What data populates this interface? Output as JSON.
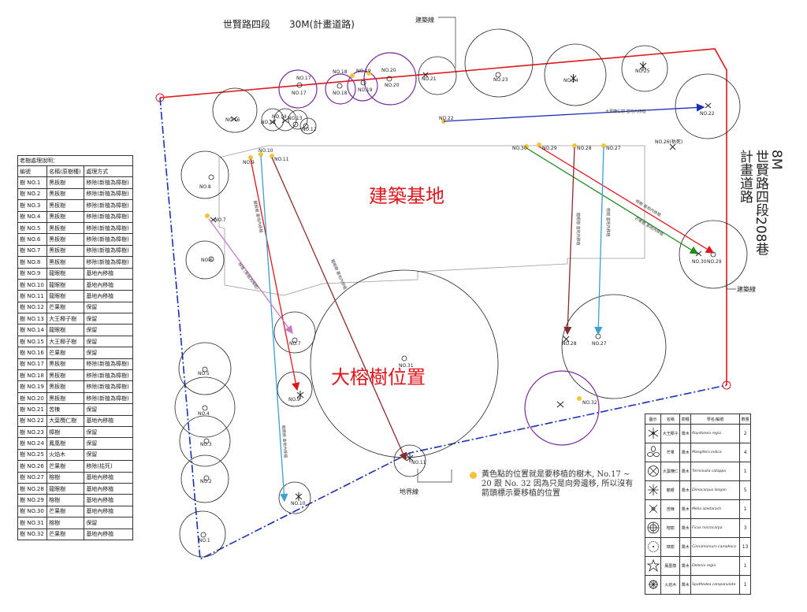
{
  "road_top": "世賢路四段　　30M(計畫道路)",
  "road_right": [
    "計畫道路",
    "世賢路四段208巷",
    "8M"
  ],
  "building_site": "建築基地",
  "banyan_position": "大榕樹位置",
  "build_line_top": "建築線",
  "build_line_right": "建築線",
  "boundary_line": "地界線",
  "note": "黃色點的位置就是要移植的樹木, No.17 ~ 20 跟 No. 32 因為只是向旁邊移, 所以沒有箭頭標示要移植的位置",
  "colors": {
    "accent_red": "#e0161b",
    "boundary_blue": "#1a2fb8",
    "circle_purple": "#7a2c9c",
    "dot_yellow": "#f2c43c"
  },
  "legend_table": {
    "title": "老樹處理說明：",
    "headers": [
      "編號",
      "名稱(原樹種)",
      "處理方式"
    ],
    "rows": [
      [
        "樹 NO.1",
        "黑板樹",
        "移除(新植為樟樹)"
      ],
      [
        "樹 NO.2",
        "黑板樹",
        "移除(新植為樟樹)"
      ],
      [
        "樹 NO.3",
        "黑板樹",
        "移除(新植為樟樹)"
      ],
      [
        "樹 NO.4",
        "黑板樹",
        "移除(新植為樟樹)"
      ],
      [
        "樹 NO.5",
        "黑板樹",
        "移除(新植為樟樹)"
      ],
      [
        "樹 NO.6",
        "黑板樹",
        "移除(新植為樟樹)"
      ],
      [
        "樹 NO.7",
        "黑板樹",
        "移除(新植為樟樹)"
      ],
      [
        "樹 NO.8",
        "黑板樹",
        "移除(新植為樟樹)"
      ],
      [
        "樹 NO.9",
        "龍眼樹",
        "基地內移植"
      ],
      [
        "樹 NO.10",
        "龍眼樹",
        "基地內移植"
      ],
      [
        "樹 NO.11",
        "龍眼樹",
        "基地內移植"
      ],
      [
        "樹 NO.12",
        "芒果樹",
        "保留"
      ],
      [
        "樹 NO.13",
        "大王椰子樹",
        "保留"
      ],
      [
        "樹 NO.14",
        "龍眼樹",
        "保留"
      ],
      [
        "樹 NO.15",
        "大王椰子樹",
        "保留"
      ],
      [
        "樹 NO.16",
        "芒果樹",
        "保留"
      ],
      [
        "樹 NO.17",
        "黑板樹",
        "移除(新植為樟樹)"
      ],
      [
        "樹 NO.18",
        "黑板樹",
        "移除(新植為樟樹)"
      ],
      [
        "樹 NO.19",
        "黑板樹",
        "移除(新植為樟樹)"
      ],
      [
        "樹 NO.20",
        "黑板樹",
        "移除(新植為樟樹)"
      ],
      [
        "樹 NO.21",
        "苦楝",
        "保留"
      ],
      [
        "樹 NO.22",
        "大葉欖仁樹",
        "基地內移植"
      ],
      [
        "樹 NO.23",
        "樟樹",
        "保留"
      ],
      [
        "樹 NO.24",
        "鳳凰樹",
        "保留"
      ],
      [
        "樹 NO.25",
        "火焰木",
        "保留"
      ],
      [
        "樹 NO.26",
        "芒果樹",
        "移除(枯死)"
      ],
      [
        "樹 NO.27",
        "榕樹",
        "基地內移植"
      ],
      [
        "樹 NO.28",
        "龍眼樹",
        "基地內移植"
      ],
      [
        "樹 NO.29",
        "榕樹",
        "基地內移植"
      ],
      [
        "樹 NO.30",
        "芒果樹",
        "基地內移植"
      ],
      [
        "樹 NO.31",
        "榕樹",
        "保留"
      ],
      [
        "樹 NO.32",
        "芒果樹",
        "基地內移植"
      ]
    ]
  },
  "species_table": {
    "headers": [
      "圖示",
      "名稱",
      "樹種",
      "學名/編號",
      "數量"
    ],
    "rows": [
      {
        "icon": "palm-icon",
        "name": "大王椰子",
        "type": "喬木",
        "sci": "Roystonea regia",
        "qty": "2"
      },
      {
        "icon": "mango-icon",
        "name": "芒果",
        "type": "喬木",
        "sci": "Mangifera indica",
        "qty": "4"
      },
      {
        "icon": "almond-icon",
        "name": "大葉欖仁",
        "type": "喬木",
        "sci": "Terminalia catappa",
        "qty": "1"
      },
      {
        "icon": "longan-icon",
        "name": "龍眼",
        "type": "喬木",
        "sci": "Dimocarpus longan",
        "qty": "5"
      },
      {
        "icon": "chinaberry-icon",
        "name": "苦楝",
        "type": "喬木",
        "sci": "Melia azedarach",
        "qty": "1"
      },
      {
        "icon": "banyan-icon",
        "name": "榕樹",
        "type": "喬木",
        "sci": "Ficus microcarpa",
        "qty": "3"
      },
      {
        "icon": "camphor-icon",
        "name": "樟樹",
        "type": "喬木",
        "sci": "Cinnamomum camphora",
        "qty": "13"
      },
      {
        "icon": "flame-icon",
        "name": "鳳凰樹",
        "type": "喬木",
        "sci": "Delonix regia",
        "qty": "1"
      },
      {
        "icon": "tulip-icon",
        "name": "火焰木",
        "type": "喬木",
        "sci": "Spathodea campanulata",
        "qty": "1"
      }
    ]
  },
  "tree_labels": {
    "t1": "NO.1",
    "t2": "NO.2",
    "t3": "NO.3",
    "t4": "NO.4",
    "t5": "NO.5",
    "t6": "NO.6",
    "t7": "NO.7",
    "t7b": "NO.7",
    "t8": "NO.8",
    "t9": "NO.9",
    "t9b": "NO.9",
    "t10": "NO.10",
    "t10b": "NO.10",
    "t11": "NO.11",
    "t11b": "NO.11",
    "t12": "NO.12",
    "t13": "NO.13",
    "t14": "NO.14",
    "t15": "NO.15",
    "t16": "NO.16",
    "t17": "NO.17",
    "t17b": "NO.17",
    "t18": "NO.18",
    "t18b": "NO.18",
    "t19": "NO.19",
    "t19b": "NO.19",
    "t20": "NO.20",
    "t20b": "NO.20",
    "t21": "NO.21",
    "t22": "NO.22",
    "t22b": "NO.22",
    "t23": "NO.23",
    "t24": "NO.24",
    "t25": "NO.25",
    "t26": "NO.26(枯死)",
    "t27": "NO.27",
    "t27b": "NO.27",
    "t28": "NO.28",
    "t28b": "NO.28",
    "t29": "NO.29",
    "t29b": "NO.29",
    "t30": "NO.30",
    "t30b": "NO.30",
    "t31": "NO.31",
    "t32": "NO.32"
  },
  "arrow_labels": {
    "a22": "大葉欖仁樹 基地內移植",
    "a29": "榕樹 基地內移植",
    "a30": "芒果樹 基地內移植",
    "a28": "龍眼樹 基地內移植",
    "a27": "榕樹 基地內移植",
    "a9": "龍眼樹 基地內移植",
    "a11": "龍眼樹 基地內移植",
    "a7": "移植 (新植為樟樹)",
    "a10": "龍眼樹 基地內移植"
  }
}
